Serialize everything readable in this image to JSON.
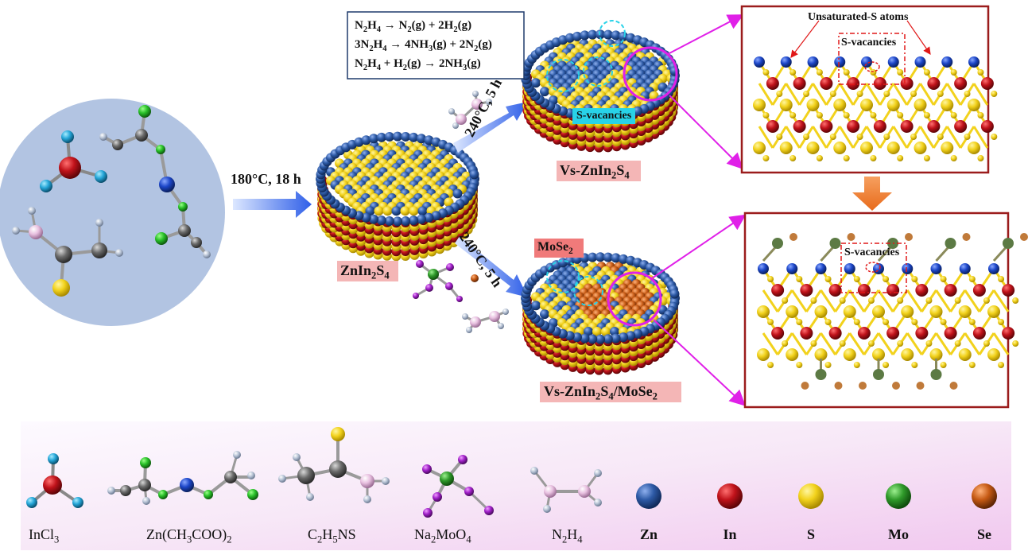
{
  "reactions": {
    "r1": {
      "a": "N",
      "b": "2",
      "c": "H",
      "d": "4",
      "e": " → N",
      "f": "2",
      "g": "(g) + 2H",
      "h": "2",
      "i": "(g)"
    },
    "r2": {
      "a": "3N",
      "b": "2",
      "c": "H",
      "d": "4",
      "e": " → 4NH",
      "f": "3",
      "g": "(g) + 2N",
      "h": "2",
      "i": "(g)"
    },
    "r3": {
      "a": "N",
      "b": "2",
      "c": "H",
      "d": "4",
      "e": " + H",
      "f": "2",
      "g": "(g) → 2NH",
      "h": "3",
      "i": "(g)"
    }
  },
  "steps": {
    "step1": "180°C, 18 h",
    "step2": "240°C, 5 h",
    "step3": "240°C, 5 h"
  },
  "products": {
    "znins4": {
      "a": "ZnIn",
      "b": "2",
      "c": "S",
      "d": "4"
    },
    "vs_znins4": {
      "a": "Vs-ZnIn",
      "b": "2",
      "c": "S",
      "d": "4"
    },
    "vs_znins4_mose2": {
      "a": "Vs-ZnIn",
      "b": "2",
      "c": "S",
      "d": "4",
      "e": "/MoSe",
      "f": "2"
    },
    "mose2": {
      "a": "MoSe",
      "b": "2"
    },
    "s_vacancies_badge": "S-vacancies"
  },
  "structure_top": {
    "unsaturated_label": "Unsaturated-S atoms",
    "vacancy_label": "S-vacancies"
  },
  "structure_bottom": {
    "vacancy_label": "S-vacancies"
  },
  "legend": {
    "incl3": {
      "a": "InCl",
      "b": "3"
    },
    "zn_acetate": {
      "a": "Zn(CH",
      "b": "3",
      "c": "COO)",
      "d": "2"
    },
    "c2h5ns": {
      "a": "C",
      "b": "2",
      "c": "H",
      "d": "5",
      "e": "NS"
    },
    "na2moo4": {
      "a": "Na",
      "b": "2",
      "c": "MoO",
      "d": "4"
    },
    "n2h4": {
      "a": "N",
      "b": "2",
      "c": "H",
      "d": "4"
    },
    "elements": [
      "Zn",
      "In",
      "S",
      "Mo",
      "Se"
    ]
  },
  "colors": {
    "zn": "#1f3f7a",
    "in": "#a0121a",
    "s": "#f2d21c",
    "mo": "#2f9a2a",
    "se": "#c65a14",
    "arrow": "#3d6fe6",
    "magenta": "#e020e8",
    "frame": "#9b1c1c",
    "orange_arrow": "#f07f2a",
    "cyan": "#28d2e8"
  }
}
